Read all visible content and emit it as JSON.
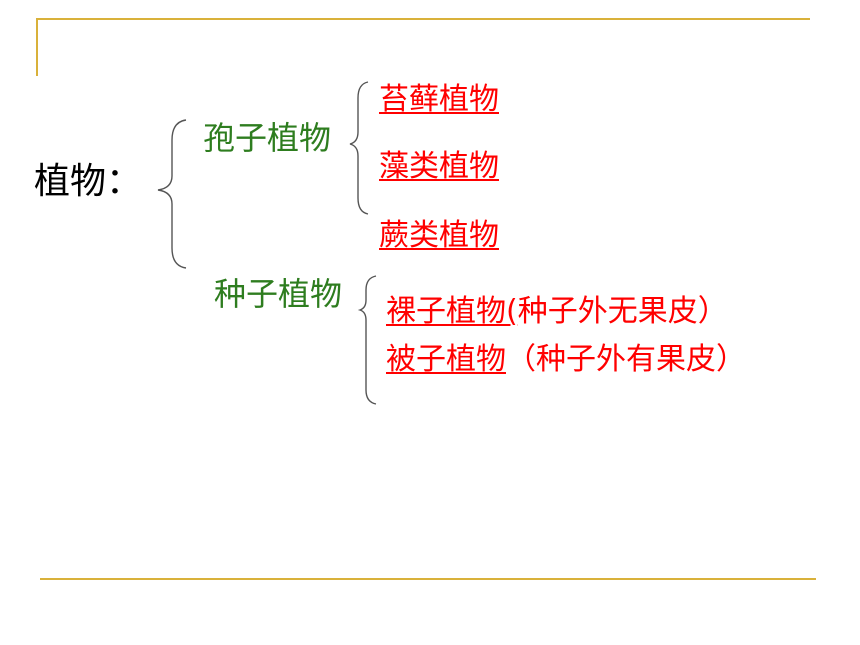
{
  "root": {
    "label": "植物："
  },
  "categories": [
    {
      "label": "孢子植物",
      "items": [
        {
          "name": "苔藓植物",
          "note": ""
        },
        {
          "name": "藻类植物",
          "note": ""
        },
        {
          "name": "蕨类植物",
          "note": ""
        }
      ]
    },
    {
      "label": "种子植物",
      "items": [
        {
          "name": "裸子植物(",
          "note": "种子外无果皮）"
        },
        {
          "name": "被子植物",
          "note": "（种子外有果皮）"
        }
      ]
    }
  ],
  "colors": {
    "frame": "#d9b13a",
    "root_text": "#000000",
    "category_text": "#2e7d1f",
    "leaf_text": "#ff0000",
    "brace": "#555555"
  }
}
